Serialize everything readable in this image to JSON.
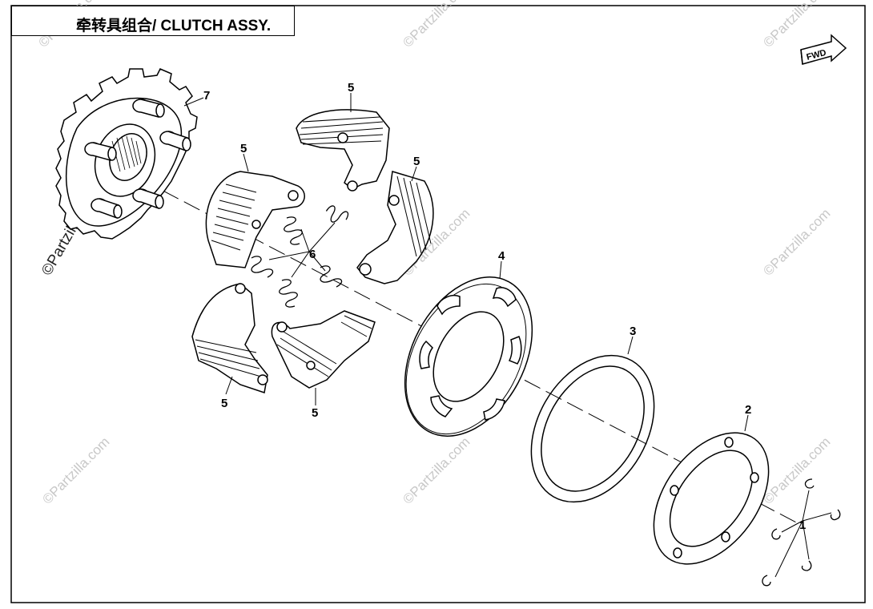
{
  "header": {
    "title": "牵转具组合/ CLUTCH ASSY."
  },
  "fwd_label": "FWD",
  "watermark": "©Partzilla.com",
  "callouts": [
    {
      "id": "7",
      "label": "7"
    },
    {
      "id": "5a",
      "label": "5"
    },
    {
      "id": "5b",
      "label": "5"
    },
    {
      "id": "5c",
      "label": "5"
    },
    {
      "id": "5d",
      "label": "5"
    },
    {
      "id": "5e",
      "label": "5"
    },
    {
      "id": "6",
      "label": "6"
    },
    {
      "id": "4",
      "label": "4"
    },
    {
      "id": "3",
      "label": "3"
    },
    {
      "id": "2",
      "label": "2"
    },
    {
      "id": "1",
      "label": "1"
    }
  ],
  "colors": {
    "line": "#000000",
    "watermark": "#c8c8c8",
    "background": "#ffffff"
  }
}
